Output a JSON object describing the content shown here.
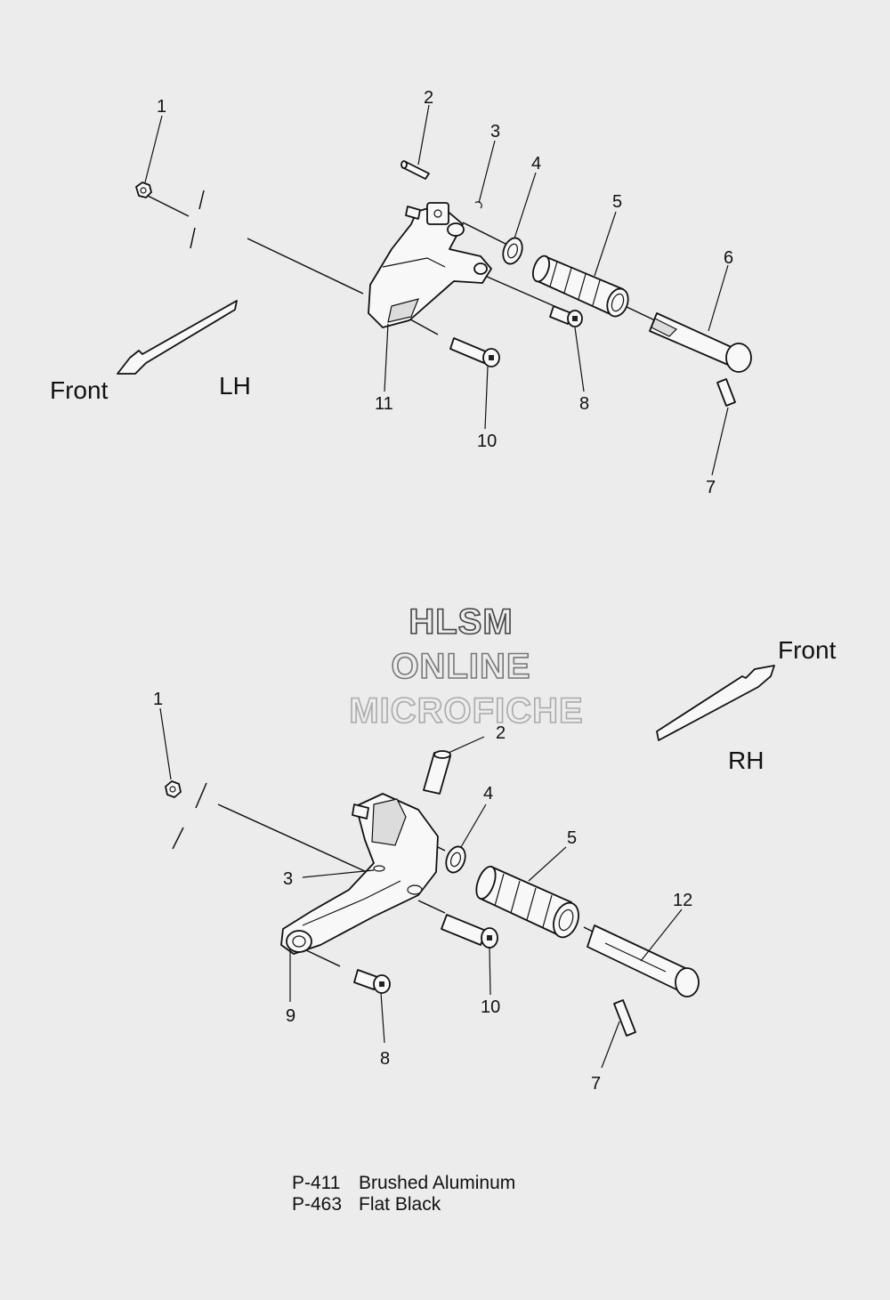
{
  "watermark": {
    "line1": "HLSM",
    "line2": "ONLINE",
    "line3": "MICROFICHE"
  },
  "lh": {
    "side_label": "LH",
    "front_label": "Front",
    "callouts": [
      "1",
      "2",
      "3",
      "4",
      "5",
      "6",
      "7",
      "8",
      "10",
      "11"
    ]
  },
  "rh": {
    "side_label": "RH",
    "front_label": "Front",
    "callouts": [
      "1",
      "2",
      "3",
      "4",
      "5",
      "7",
      "8",
      "9",
      "10",
      "12"
    ]
  },
  "finishes": [
    {
      "code": "P-411",
      "name": "Brushed Aluminum"
    },
    {
      "code": "P-463",
      "name": "Flat Black"
    }
  ]
}
